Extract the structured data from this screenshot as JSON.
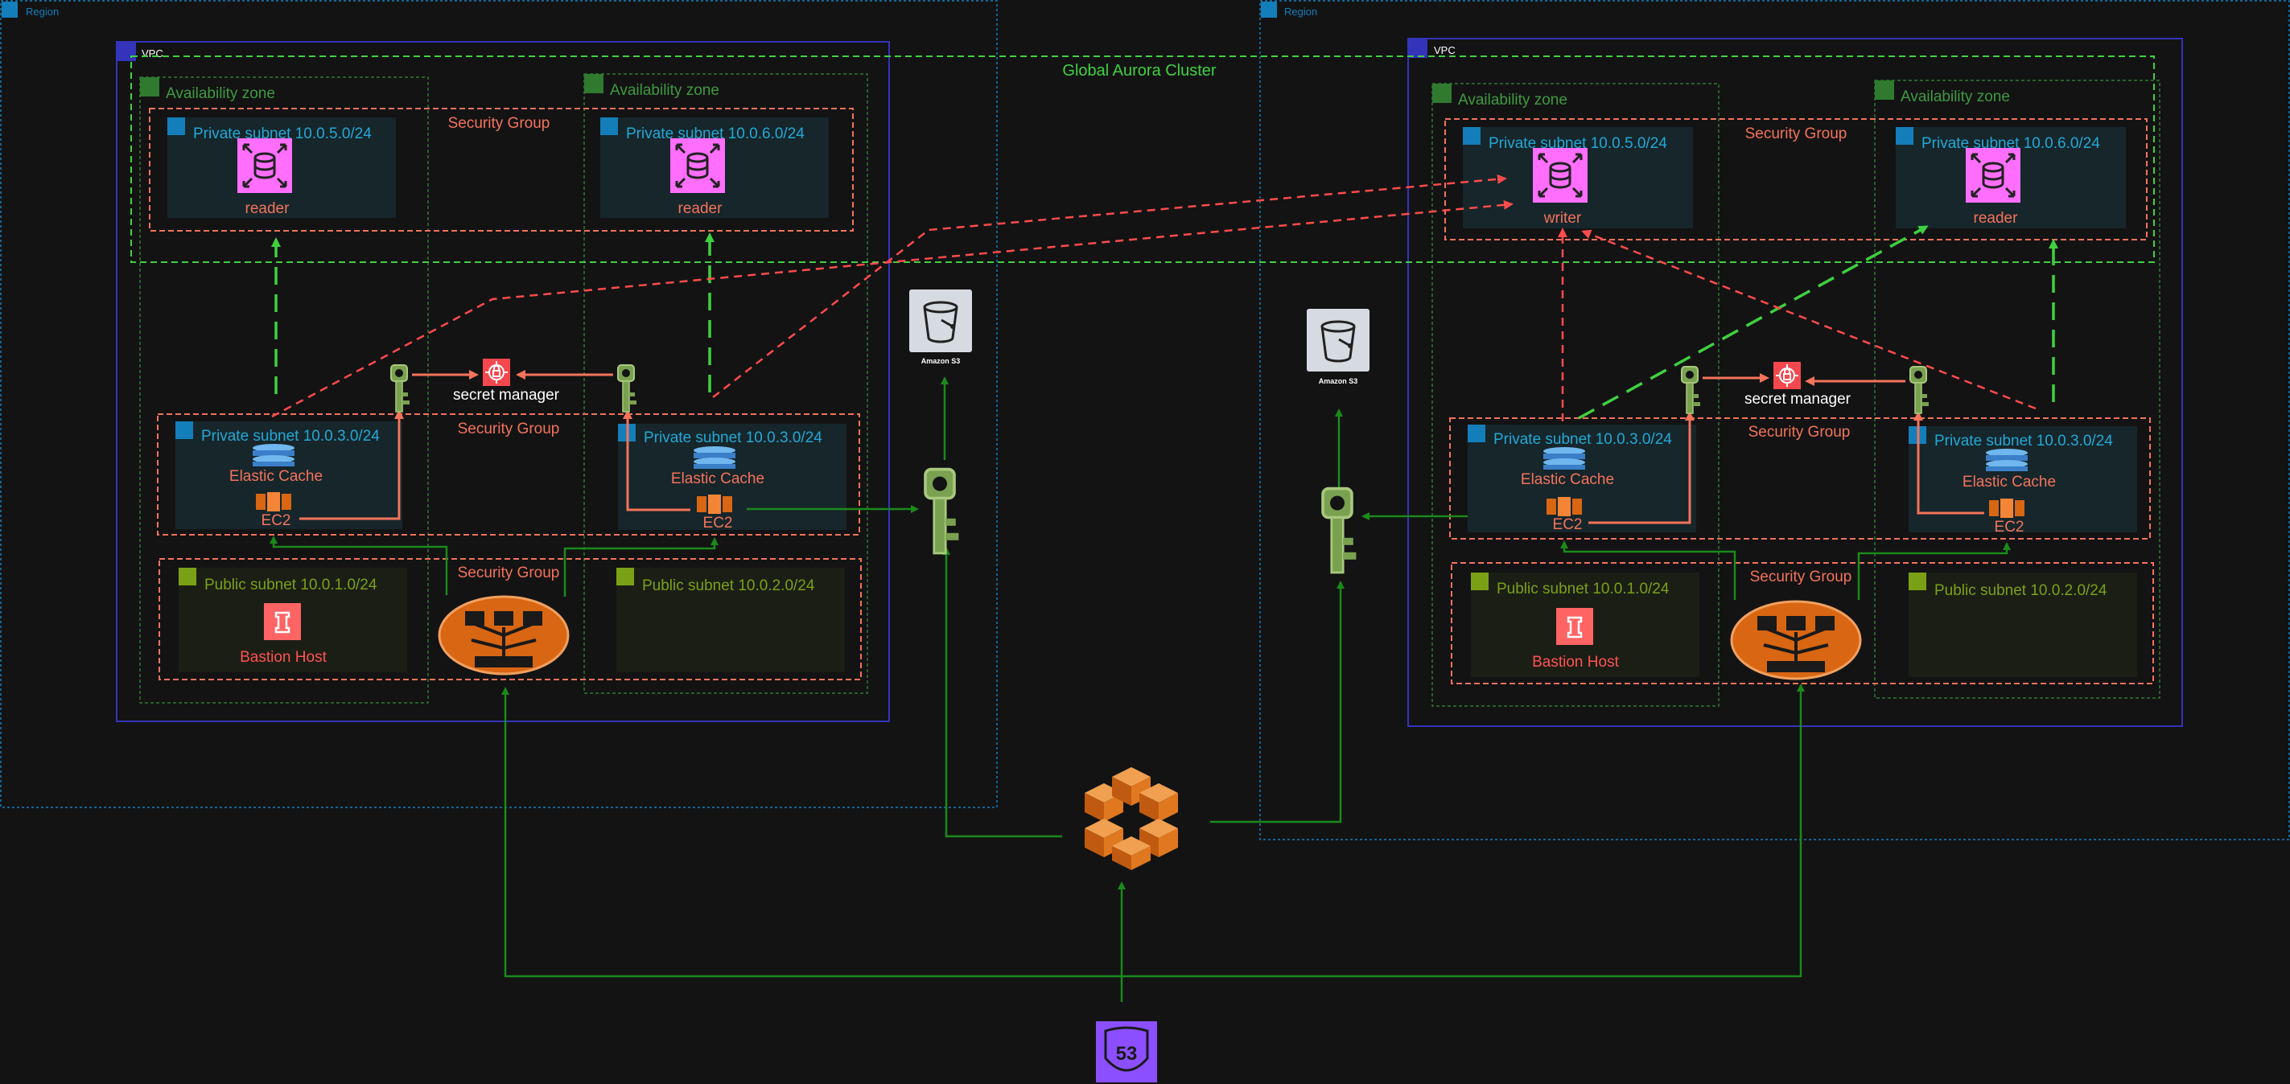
{
  "regions": [
    {
      "label": "Region"
    },
    {
      "label": "Region"
    }
  ],
  "vpcs": [
    {
      "label": "VPC"
    },
    {
      "label": "VPC"
    }
  ],
  "aurora": {
    "label": "Global Aurora Cluster"
  },
  "left": {
    "az_a": {
      "label": "Availability zone"
    },
    "az_b": {
      "label": "Availability zone"
    },
    "db_sg": {
      "label": "Security Group"
    },
    "db_subnet_a": {
      "label": "Private subnet 10.0.5.0/24",
      "db_label": "reader"
    },
    "db_subnet_b": {
      "label": "Private subnet 10.0.6.0/24",
      "db_label": "reader"
    },
    "secret": {
      "label": "secret manager"
    },
    "app_sg": {
      "label": "Security Group"
    },
    "app_subnet_a": {
      "label": "Private subnet 10.0.3.0/24",
      "cache_label": "Elastic Cache",
      "ec2_label": "EC2"
    },
    "app_subnet_b": {
      "label": "Private subnet 10.0.3.0/24",
      "cache_label": "Elastic Cache",
      "ec2_label": "EC2"
    },
    "pub_sg": {
      "label": "Security Group"
    },
    "pub_subnet_a": {
      "label": "Public subnet 10.0.1.0/24",
      "host_label": "Bastion Host"
    },
    "pub_subnet_b": {
      "label": "Public subnet 10.0.2.0/24"
    },
    "s3": {
      "label": "Amazon S3"
    }
  },
  "right": {
    "az_a": {
      "label": "Availability zone"
    },
    "az_b": {
      "label": "Availability zone"
    },
    "db_sg": {
      "label": "Security Group"
    },
    "db_subnet_a": {
      "label": "Private subnet 10.0.5.0/24",
      "db_label": "writer"
    },
    "db_subnet_b": {
      "label": "Private subnet 10.0.6.0/24",
      "db_label": "reader"
    },
    "secret": {
      "label": "secret manager"
    },
    "app_sg": {
      "label": "Security Group"
    },
    "app_subnet_a": {
      "label": "Private subnet 10.0.3.0/24",
      "cache_label": "Elastic Cache",
      "ec2_label": "EC2"
    },
    "app_subnet_b": {
      "label": "Private subnet 10.0.3.0/24",
      "cache_label": "Elastic Cache",
      "ec2_label": "EC2"
    },
    "pub_sg": {
      "label": "Security Group"
    },
    "pub_subnet_a": {
      "label": "Public subnet 10.0.1.0/24",
      "host_label": "Bastion Host"
    },
    "pub_subnet_b": {
      "label": "Public subnet 10.0.2.0/24"
    },
    "s3": {
      "label": "Amazon S3"
    }
  },
  "route53": {
    "label": "53"
  },
  "colors": {
    "background": "#131314",
    "region_border": "#147eba",
    "vpc_border": "#3334b9",
    "az_border": "#2f7a2f",
    "aurora_border": "#3fd13f",
    "security_group": "#f4735a",
    "private_subnet_text": "#23a8d6",
    "public_subnet_text": "#7aa116",
    "link_green": "#1a8a1a",
    "link_red": "#ff4b4b",
    "link_orange": "#f4735a",
    "database": "#ff6efc",
    "route53": "#8c4fff"
  }
}
